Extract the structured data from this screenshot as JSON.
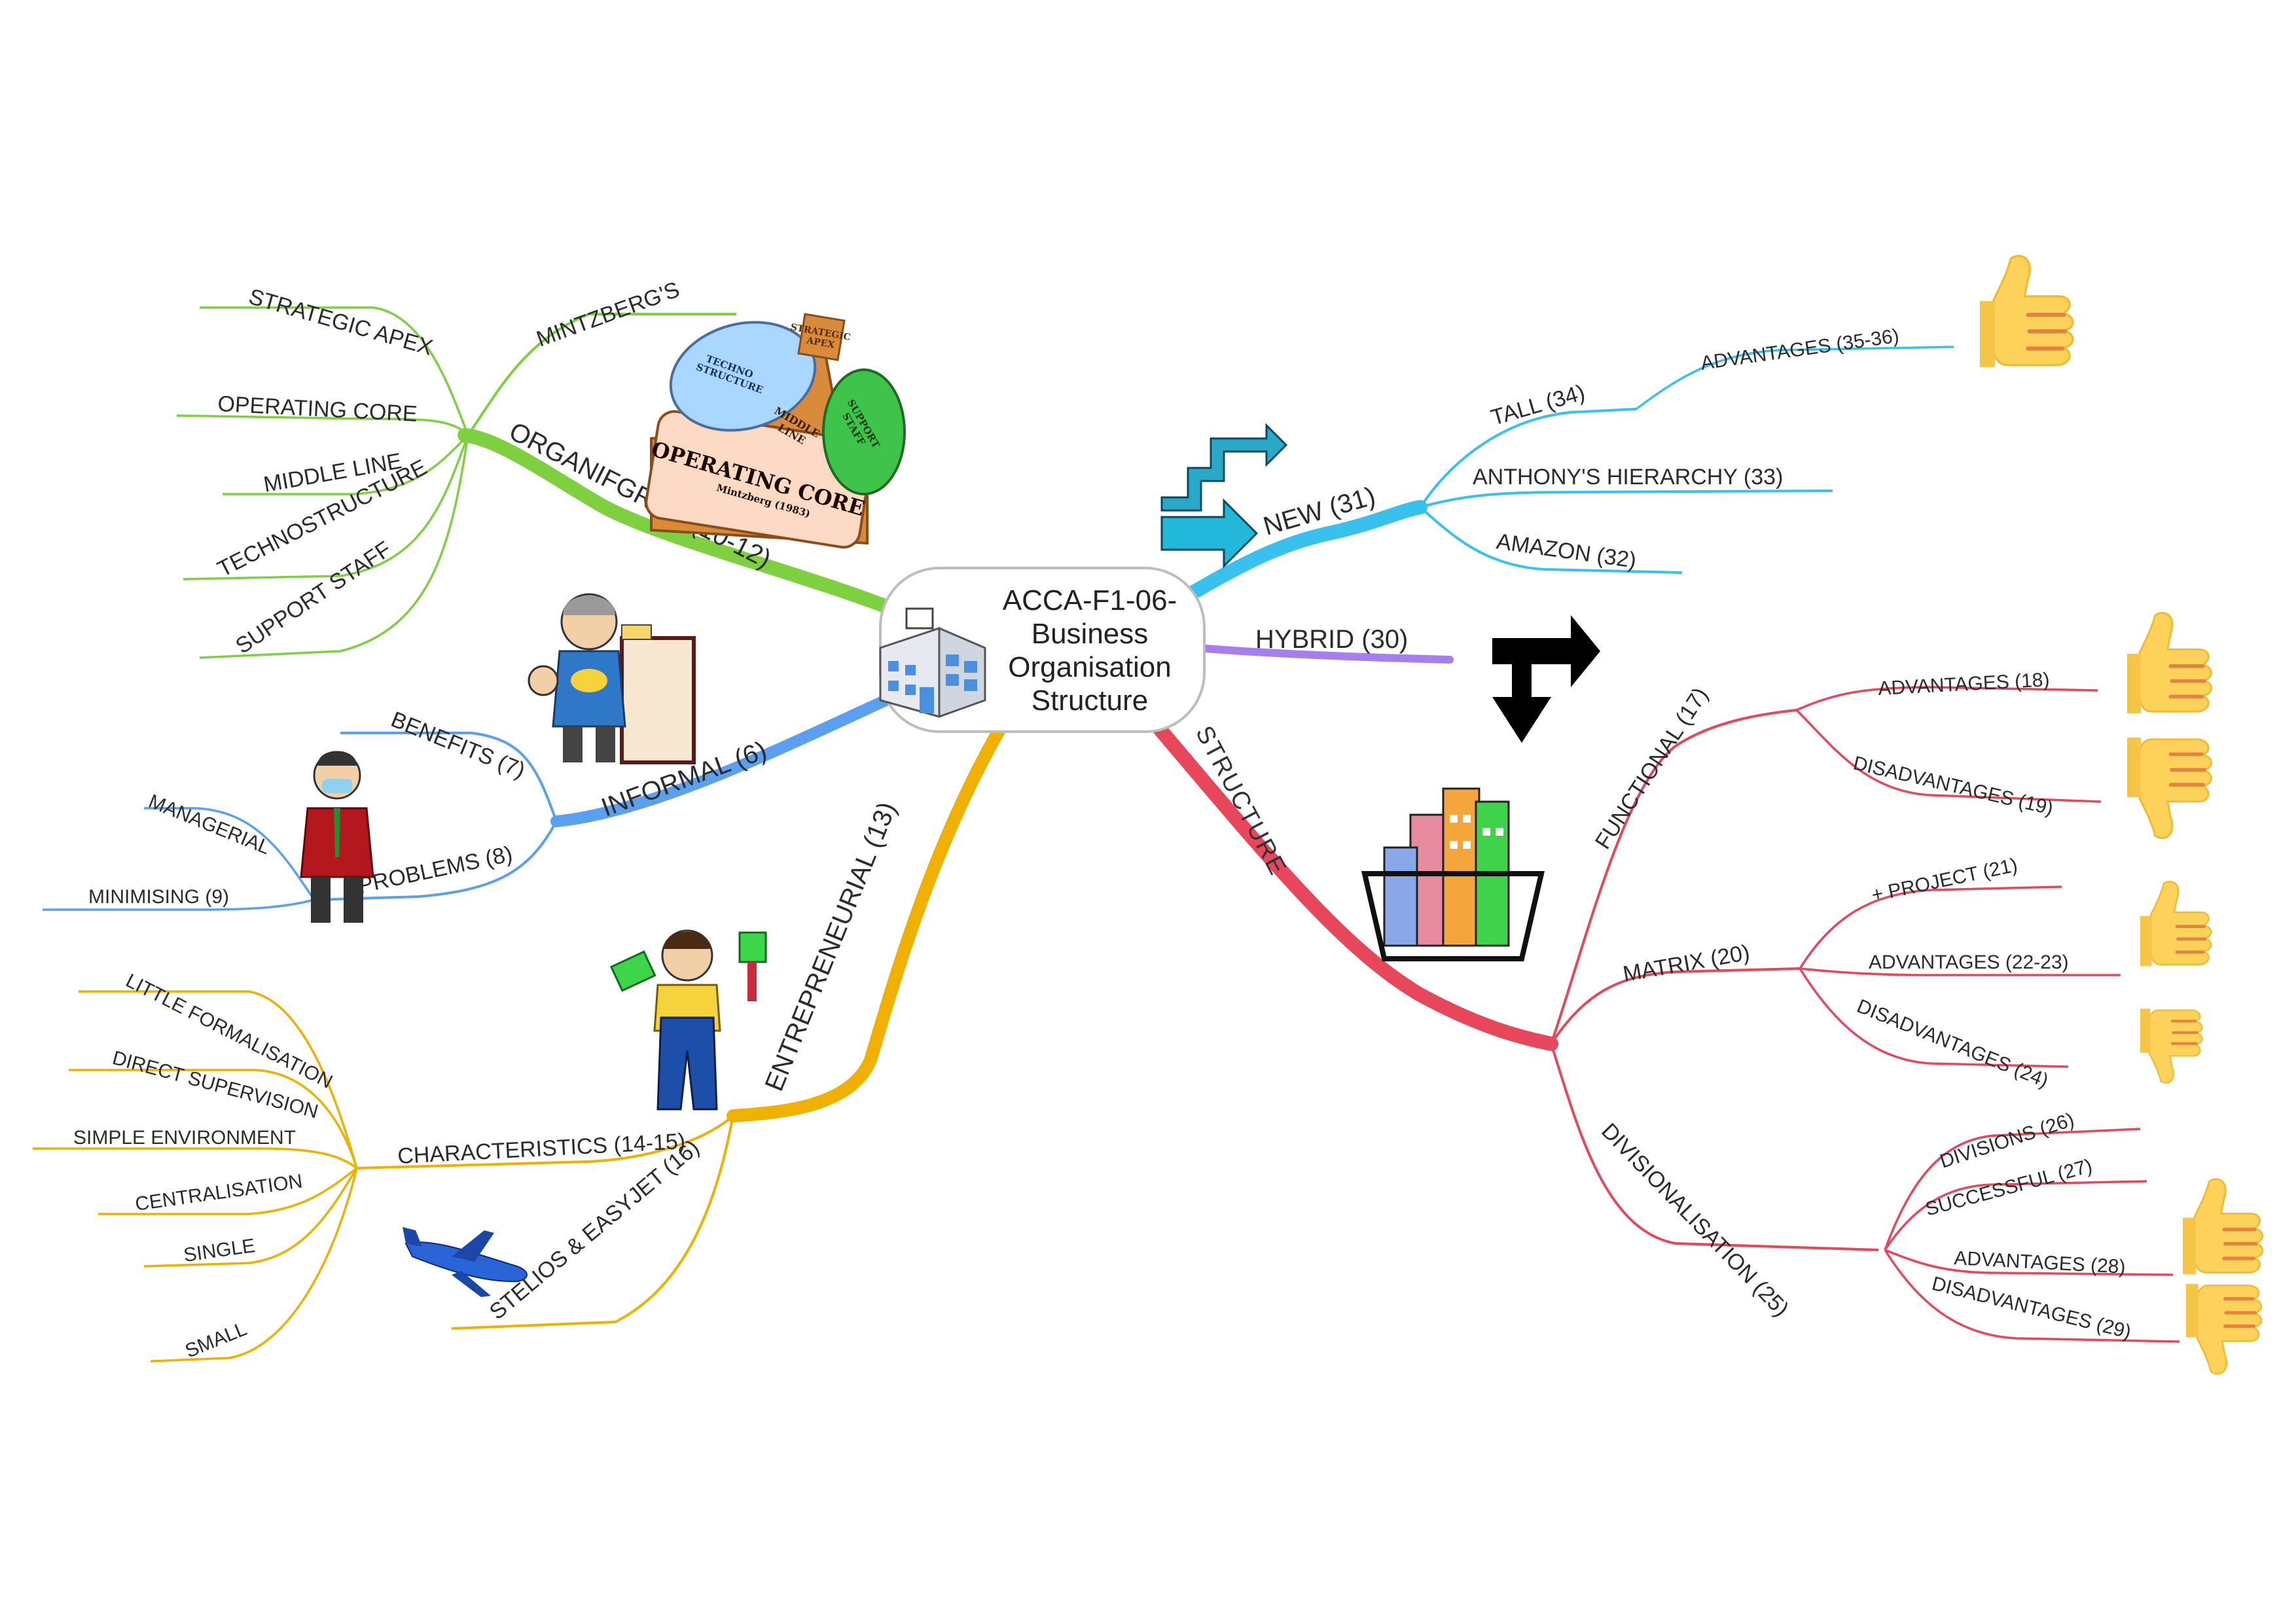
{
  "colors": {
    "green": "#7ed040",
    "blue": "#5b9ff0",
    "orange": "#f0b000",
    "red": "#e8465a",
    "cyan": "#38c1ef",
    "purple": "#a77ef0"
  },
  "center": {
    "line1": "ACCA-F1-06-",
    "line2": "Business",
    "line3": "Organisation",
    "line4": "Structure",
    "icon": "office-building-icon"
  },
  "organigram": {
    "label": "ORGANIFGRAM (10-12)",
    "mintzberg": "MINTZBERG'S",
    "parts": [
      "STRATEGIC APEX",
      "OPERATING CORE",
      "MIDDLE LINE",
      "TECHNOSTRUCTURE",
      "SUPPORT STAFF"
    ],
    "illustration": {
      "operating_core": "OPERATING CORE",
      "credit": "Mintzberg (1983)",
      "strategic": "STRATEGIC",
      "apex": "APEX",
      "middle": "MIDDLE",
      "line": "LINE",
      "techno": "TECHNO",
      "structure": "STRUCTURE",
      "support": "SUPPORT",
      "staff": "STAFF"
    }
  },
  "informal": {
    "label": "INFORMAL (6)",
    "benefits": "BENEFITS (7)",
    "problems": "PROBLEMS (8)",
    "managerial": "MANAGERIAL",
    "minimising": "MINIMISING (9)"
  },
  "entrepreneurial": {
    "label": "ENTREPRENEURIAL (13)",
    "characteristics": "CHARACTERISTICS (14-15)",
    "items": [
      "LITTLE FORMALISATION",
      "DIRECT SUPERVISION",
      "SIMPLE ENVIRONMENT",
      "CENTRALISATION",
      "SINGLE",
      "SMALL"
    ],
    "stelios": "STELIOS & EASYJET (16)"
  },
  "structure": {
    "label": "STRUCTURE",
    "functional": "FUNCTIONAL (17)",
    "functional_items": [
      "ADVANTAGES (18)",
      "DISADVANTAGES (19)"
    ],
    "matrix": "MATRIX (20)",
    "matrix_items": [
      "+ PROJECT (21)",
      "ADVANTAGES (22-23)",
      "DISADVANTAGES (24)"
    ],
    "divisionalisation": "DIVISIONALISATION (25)",
    "div_items": [
      "DIVISIONS (26)",
      "SUCCESSFUL (27)",
      "ADVANTAGES (28)",
      "DISADVANTAGES (29)"
    ]
  },
  "hybrid": {
    "label": "HYBRID (30)"
  },
  "new": {
    "label": "NEW (31)",
    "tall": "TALL (34)",
    "tall_adv": "ADVANTAGES (35-36)",
    "anthony": "ANTHONY'S HIERARCHY (33)",
    "amazon": "AMAZON (32)"
  },
  "icons": {
    "thumbs_up": "thumbs-up-icon",
    "thumbs_down": "thumbs-down-icon",
    "stairs_arrow": "stairs-arrow-icon",
    "t_junction": "t-junction-arrow-icon",
    "buildings": "buildings-icon",
    "airplane": "airplane-icon"
  }
}
